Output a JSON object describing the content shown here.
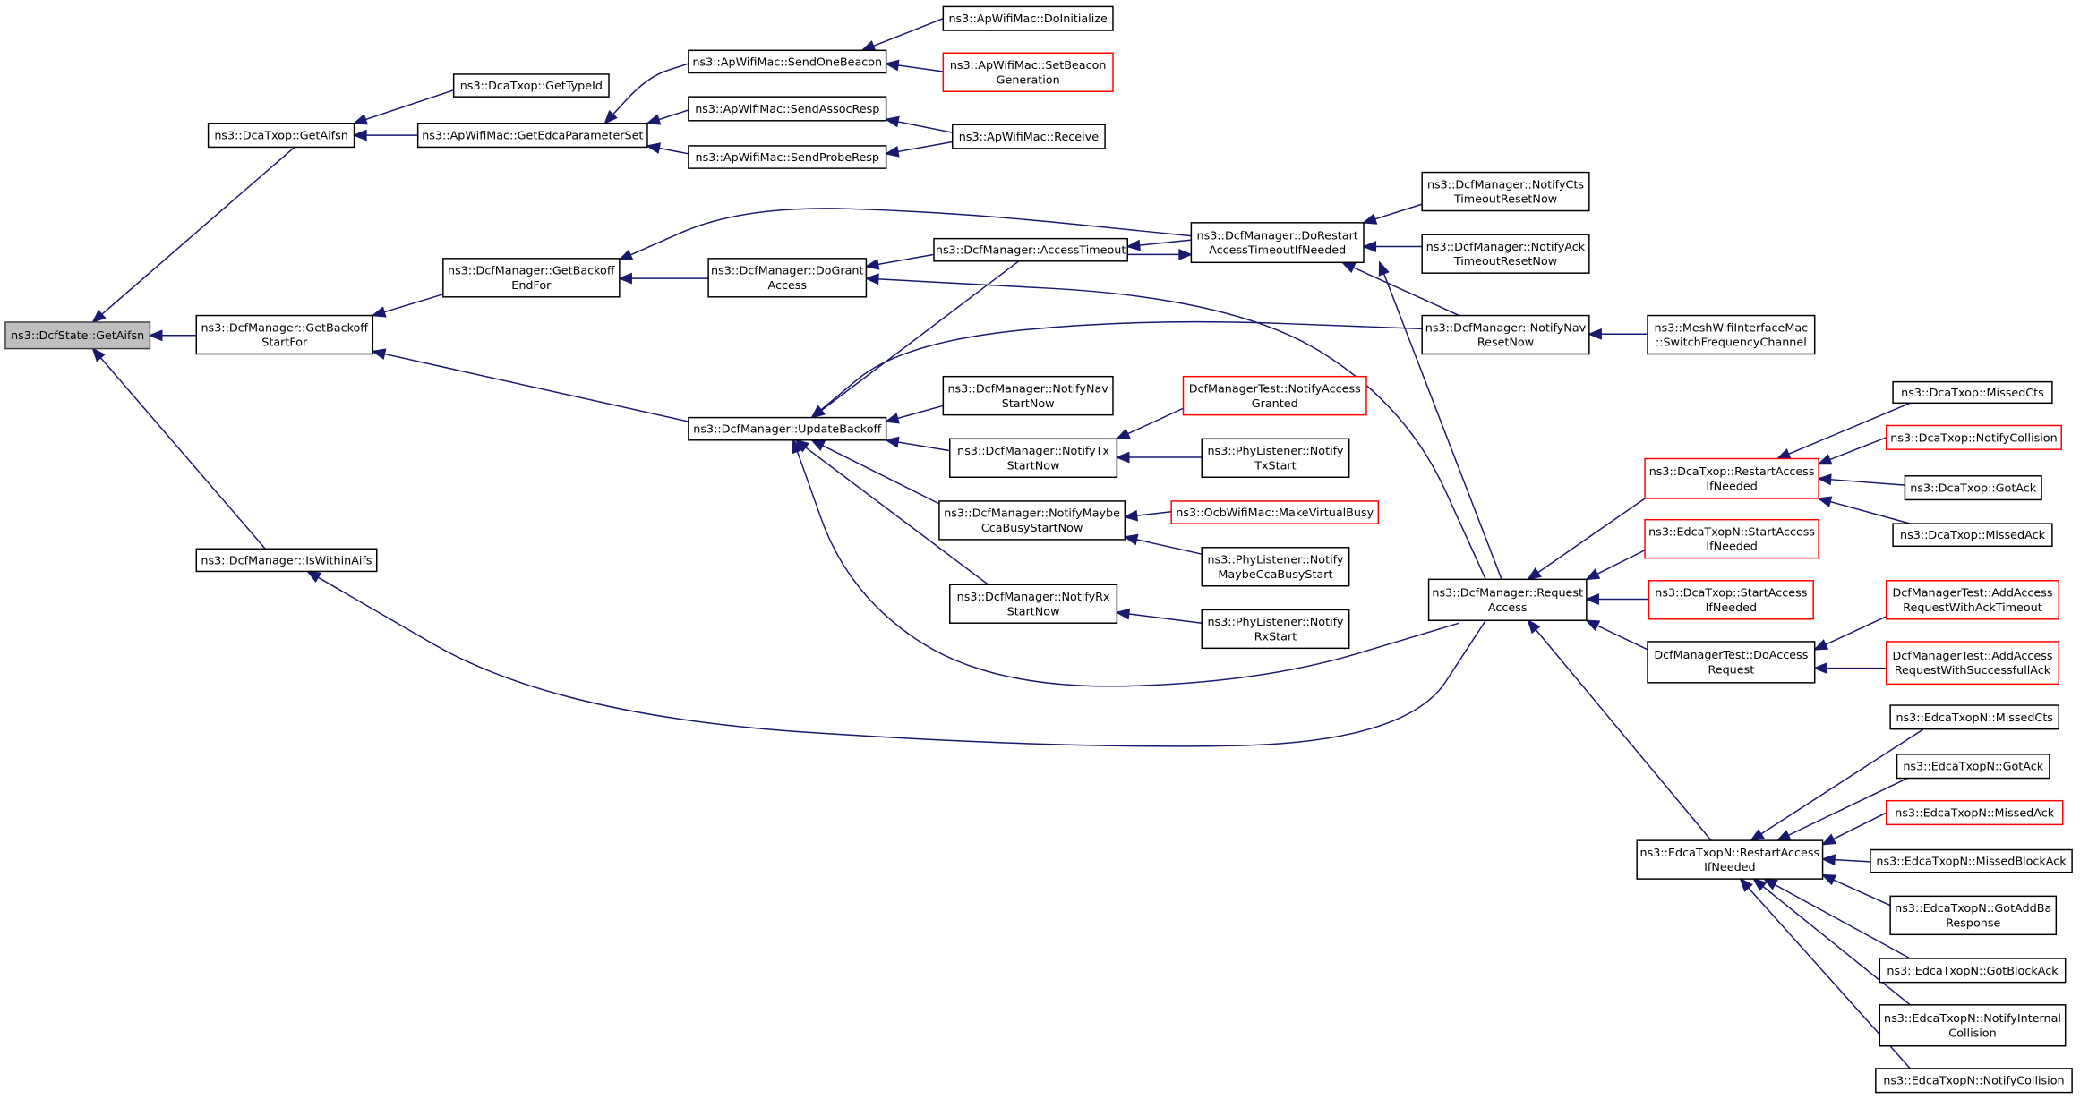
{
  "diagram": {
    "nodes": [
      {
        "id": "getaifn",
        "lines": [
          "ns3::DcfState::GetAifsn"
        ],
        "style": "root"
      },
      {
        "id": "dcatxop_getaifsn",
        "lines": [
          "ns3::DcaTxop::GetAifsn"
        ]
      },
      {
        "id": "dcatxop_gettypeid",
        "lines": [
          "ns3::DcaTxop::GetTypeId"
        ]
      },
      {
        "id": "getedca",
        "lines": [
          "ns3::ApWifiMac::GetEdcaParameterSet"
        ]
      },
      {
        "id": "sendonebeacon",
        "lines": [
          "ns3::ApWifiMac::SendOneBeacon"
        ]
      },
      {
        "id": "doinitialize",
        "lines": [
          "ns3::ApWifiMac::DoInitialize"
        ]
      },
      {
        "id": "setbeacon",
        "lines": [
          "ns3::ApWifiMac::SetBeacon",
          "Generation"
        ],
        "style": "red"
      },
      {
        "id": "sendassoc",
        "lines": [
          "ns3::ApWifiMac::SendAssocResp"
        ]
      },
      {
        "id": "receive",
        "lines": [
          "ns3::ApWifiMac::Receive"
        ]
      },
      {
        "id": "sendprobe",
        "lines": [
          "ns3::ApWifiMac::SendProbeResp"
        ]
      },
      {
        "id": "backoffstart",
        "lines": [
          "ns3::DcfManager::GetBackoff",
          "StartFor"
        ]
      },
      {
        "id": "backoffend",
        "lines": [
          "ns3::DcfManager::GetBackoff",
          "EndFor"
        ]
      },
      {
        "id": "dogrant",
        "lines": [
          "ns3::DcfManager::DoGrant",
          "Access"
        ]
      },
      {
        "id": "accesstimeout",
        "lines": [
          "ns3::DcfManager::AccessTimeout"
        ]
      },
      {
        "id": "dorestart",
        "lines": [
          "ns3::DcfManager::DoRestart",
          "AccessTimeoutIfNeeded"
        ]
      },
      {
        "id": "notifycts",
        "lines": [
          "ns3::DcfManager::NotifyCts",
          "TimeoutResetNow"
        ]
      },
      {
        "id": "notifyack",
        "lines": [
          "ns3::DcfManager::NotifyAck",
          "TimeoutResetNow"
        ]
      },
      {
        "id": "notifynavreset",
        "lines": [
          "ns3::DcfManager::NotifyNav",
          "ResetNow"
        ]
      },
      {
        "id": "switchfreq",
        "lines": [
          "ns3::MeshWifiInterfaceMac",
          "::SwitchFrequencyChannel"
        ]
      },
      {
        "id": "updatebackoff",
        "lines": [
          "ns3::DcfManager::UpdateBackoff"
        ]
      },
      {
        "id": "navstart",
        "lines": [
          "ns3::DcfManager::NotifyNav",
          "StartNow"
        ]
      },
      {
        "id": "txstart",
        "lines": [
          "ns3::DcfManager::NotifyTx",
          "StartNow"
        ]
      },
      {
        "id": "testgranted",
        "lines": [
          "DcfManagerTest::NotifyAccess",
          "Granted"
        ],
        "style": "red"
      },
      {
        "id": "phytx",
        "lines": [
          "ns3::PhyListener::Notify",
          "TxStart"
        ]
      },
      {
        "id": "maybecca",
        "lines": [
          "ns3::DcfManager::NotifyMaybe",
          "CcaBusyStartNow"
        ]
      },
      {
        "id": "ocbvirtual",
        "lines": [
          "ns3::OcbWifiMac::MakeVirtualBusy"
        ],
        "style": "red"
      },
      {
        "id": "phymaybe",
        "lines": [
          "ns3::PhyListener::Notify",
          "MaybeCcaBusyStart"
        ]
      },
      {
        "id": "rxstart",
        "lines": [
          "ns3::DcfManager::NotifyRx",
          "StartNow"
        ]
      },
      {
        "id": "phyrx",
        "lines": [
          "ns3::PhyListener::Notify",
          "RxStart"
        ]
      },
      {
        "id": "iswithin",
        "lines": [
          "ns3::DcfManager::IsWithinAifs"
        ]
      },
      {
        "id": "requestaccess",
        "lines": [
          "ns3::DcfManager::Request",
          "Access"
        ]
      },
      {
        "id": "dcarestart",
        "lines": [
          "ns3::DcaTxop::RestartAccess",
          "IfNeeded"
        ],
        "style": "red"
      },
      {
        "id": "edcastart",
        "lines": [
          "ns3::EdcaTxopN::StartAccess",
          "IfNeeded"
        ],
        "style": "red"
      },
      {
        "id": "dcastart",
        "lines": [
          "ns3::DcaTxop::StartAccess",
          "IfNeeded"
        ],
        "style": "red"
      },
      {
        "id": "testdoaccess",
        "lines": [
          "DcfManagerTest::DoAccess",
          "Request"
        ]
      },
      {
        "id": "edcarestart",
        "lines": [
          "ns3::EdcaTxopN::RestartAccess",
          "IfNeeded"
        ]
      },
      {
        "id": "dcamissedcts",
        "lines": [
          "ns3::DcaTxop::MissedCts"
        ]
      },
      {
        "id": "dcanotifycoll",
        "lines": [
          "ns3::DcaTxop::NotifyCollision"
        ],
        "style": "red"
      },
      {
        "id": "dcagotack",
        "lines": [
          "ns3::DcaTxop::GotAck"
        ]
      },
      {
        "id": "dcamissedack",
        "lines": [
          "ns3::DcaTxop::MissedAck"
        ]
      },
      {
        "id": "addtimeout",
        "lines": [
          "DcfManagerTest::AddAccess",
          "RequestWithAckTimeout"
        ],
        "style": "red"
      },
      {
        "id": "addsuccess",
        "lines": [
          "DcfManagerTest::AddAccess",
          "RequestWithSuccessfullAck"
        ],
        "style": "red"
      },
      {
        "id": "edcamissedcts",
        "lines": [
          "ns3::EdcaTxopN::MissedCts"
        ]
      },
      {
        "id": "edcagotack",
        "lines": [
          "ns3::EdcaTxopN::GotAck"
        ]
      },
      {
        "id": "edcamissedack",
        "lines": [
          "ns3::EdcaTxopN::MissedAck"
        ],
        "style": "red"
      },
      {
        "id": "edcamissedblock",
        "lines": [
          "ns3::EdcaTxopN::MissedBlockAck"
        ]
      },
      {
        "id": "edcagotaddba",
        "lines": [
          "ns3::EdcaTxopN::GotAddBa",
          "Response"
        ]
      },
      {
        "id": "edcagotblock",
        "lines": [
          "ns3::EdcaTxopN::GotBlockAck"
        ]
      },
      {
        "id": "edcanotifyint",
        "lines": [
          "ns3::EdcaTxopN::NotifyInternal",
          "Collision"
        ]
      },
      {
        "id": "edcanotifycoll",
        "lines": [
          "ns3::EdcaTxopN::NotifyCollision"
        ]
      }
    ],
    "edges": [
      {
        "from": "dcatxop_getaifsn",
        "to": "getaifn"
      },
      {
        "from": "backoffstart",
        "to": "getaifn"
      },
      {
        "from": "iswithin",
        "to": "getaifn"
      },
      {
        "from": "dcatxop_gettypeid",
        "to": "dcatxop_getaifsn"
      },
      {
        "from": "getedca",
        "to": "dcatxop_getaifsn"
      },
      {
        "from": "sendonebeacon",
        "to": "getedca"
      },
      {
        "from": "sendassoc",
        "to": "getedca"
      },
      {
        "from": "sendprobe",
        "to": "getedca"
      },
      {
        "from": "doinitialize",
        "to": "sendonebeacon"
      },
      {
        "from": "setbeacon",
        "to": "sendonebeacon"
      },
      {
        "from": "receive",
        "to": "sendassoc"
      },
      {
        "from": "receive",
        "to": "sendprobe"
      },
      {
        "from": "backoffend",
        "to": "backoffstart"
      },
      {
        "from": "updatebackoff",
        "to": "backoffstart"
      },
      {
        "from": "dogrant",
        "to": "backoffend"
      },
      {
        "from": "dorestart",
        "to": "backoffend"
      },
      {
        "from": "accesstimeout",
        "to": "dogrant"
      },
      {
        "from": "requestaccess",
        "to": "dogrant"
      },
      {
        "from": "dorestart",
        "to": "accesstimeout"
      },
      {
        "from": "accesstimeout",
        "to": "dorestart"
      },
      {
        "from": "notifycts",
        "to": "dorestart"
      },
      {
        "from": "notifyack",
        "to": "dorestart"
      },
      {
        "from": "notifynavreset",
        "to": "dorestart"
      },
      {
        "from": "requestaccess",
        "to": "dorestart"
      },
      {
        "from": "switchfreq",
        "to": "notifynavreset"
      },
      {
        "from": "accesstimeout",
        "to": "updatebackoff"
      },
      {
        "from": "notifynavreset",
        "to": "updatebackoff"
      },
      {
        "from": "navstart",
        "to": "updatebackoff"
      },
      {
        "from": "txstart",
        "to": "updatebackoff"
      },
      {
        "from": "maybecca",
        "to": "updatebackoff"
      },
      {
        "from": "rxstart",
        "to": "updatebackoff"
      },
      {
        "from": "requestaccess",
        "to": "updatebackoff"
      },
      {
        "from": "testgranted",
        "to": "txstart"
      },
      {
        "from": "phytx",
        "to": "txstart"
      },
      {
        "from": "ocbvirtual",
        "to": "maybecca"
      },
      {
        "from": "phymaybe",
        "to": "maybecca"
      },
      {
        "from": "phyrx",
        "to": "rxstart"
      },
      {
        "from": "requestaccess",
        "to": "iswithin"
      },
      {
        "from": "dcarestart",
        "to": "requestaccess"
      },
      {
        "from": "edcastart",
        "to": "requestaccess"
      },
      {
        "from": "dcastart",
        "to": "requestaccess"
      },
      {
        "from": "testdoaccess",
        "to": "requestaccess"
      },
      {
        "from": "edcarestart",
        "to": "requestaccess"
      },
      {
        "from": "dcamissedcts",
        "to": "dcarestart"
      },
      {
        "from": "dcanotifycoll",
        "to": "dcarestart"
      },
      {
        "from": "dcagotack",
        "to": "dcarestart"
      },
      {
        "from": "dcamissedack",
        "to": "dcarestart"
      },
      {
        "from": "addtimeout",
        "to": "testdoaccess"
      },
      {
        "from": "addsuccess",
        "to": "testdoaccess"
      },
      {
        "from": "edcamissedcts",
        "to": "edcarestart"
      },
      {
        "from": "edcagotack",
        "to": "edcarestart"
      },
      {
        "from": "edcamissedack",
        "to": "edcarestart"
      },
      {
        "from": "edcamissedblock",
        "to": "edcarestart"
      },
      {
        "from": "edcagotaddba",
        "to": "edcarestart"
      },
      {
        "from": "edcagotblock",
        "to": "edcarestart"
      },
      {
        "from": "edcanotifyint",
        "to": "edcarestart"
      },
      {
        "from": "edcanotifycoll",
        "to": "edcarestart"
      }
    ]
  }
}
